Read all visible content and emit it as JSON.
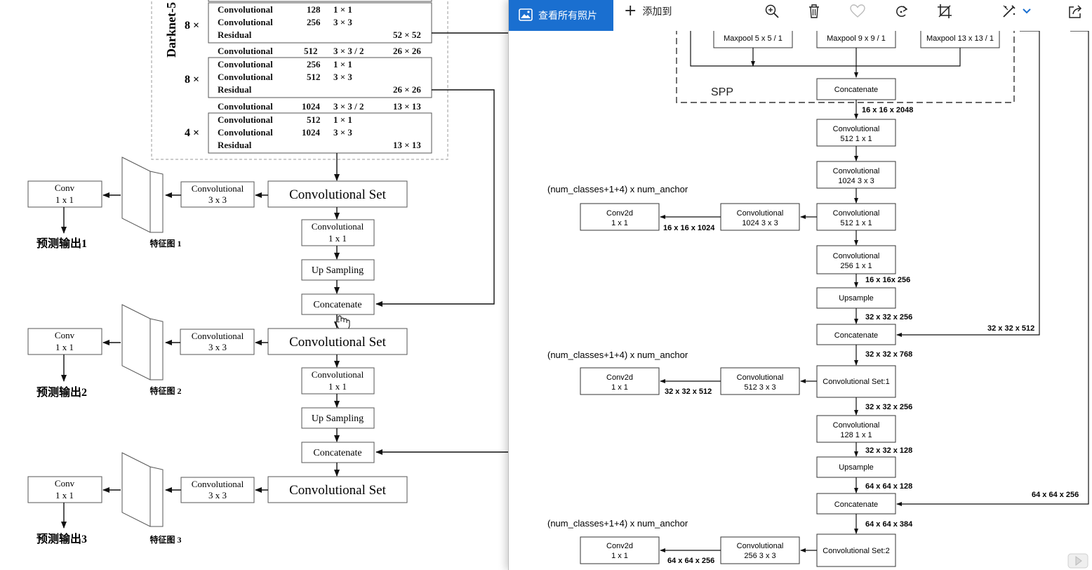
{
  "left_panel": {
    "backbone_label": "Darknet-5",
    "repeat_8a": "8 ×",
    "repeat_8b": "8 ×",
    "repeat_4": "4 ×",
    "rows": [
      {
        "name": "Convolutional",
        "filters": "128",
        "size": "1 × 1",
        "out": ""
      },
      {
        "name": "Convolutional",
        "filters": "256",
        "size": "3 × 3",
        "out": ""
      },
      {
        "name": "Residual",
        "filters": "",
        "size": "",
        "out": "52 × 52"
      },
      {
        "name": "Convolutional",
        "filters": "512",
        "size": "3 × 3 / 2",
        "out": "26 × 26"
      },
      {
        "name": "Convolutional",
        "filters": "256",
        "size": "1 × 1",
        "out": ""
      },
      {
        "name": "Convolutional",
        "filters": "512",
        "size": "3 × 3",
        "out": ""
      },
      {
        "name": "Residual",
        "filters": "",
        "size": "",
        "out": "26 × 26"
      },
      {
        "name": "Convolutional",
        "filters": "1024",
        "size": "3 × 3 / 2",
        "out": "13 × 13"
      },
      {
        "name": "Convolutional",
        "filters": "512",
        "size": "1 × 1",
        "out": ""
      },
      {
        "name": "Convolutional",
        "filters": "1024",
        "size": "3 × 3",
        "out": ""
      },
      {
        "name": "Residual",
        "filters": "",
        "size": "",
        "out": "13 × 13"
      }
    ],
    "conv_set": "Convolutional  Set",
    "conv_1x1_a": "Convolutional",
    "conv_1x1_b": "1 x 1",
    "conv_3x3_a": "Convolutional",
    "conv_3x3_b": "3 x 3",
    "conv_small_a": "Conv",
    "conv_small_b": "1 x 1",
    "up_sampling": "Up Sampling",
    "concatenate": "Concatenate",
    "feature_1": "特征图 1",
    "feature_2": "特征图 2",
    "feature_3": "特征图 3",
    "output_1": "预测输出1",
    "output_2": "预测输出2",
    "output_3": "预测输出3"
  },
  "toolbar": {
    "view_all_photos": "查看所有照片",
    "add_to": "添加到"
  },
  "right_panel": {
    "maxpool_1": "Maxpool  5 x 5 / 1",
    "maxpool_2": "Maxpool  9 x 9 / 1",
    "maxpool_3": "Maxpool  13 x 13 / 1",
    "spp": "SPP",
    "concatenate": "Concatenate",
    "conv": "Convolutional",
    "conv_512_1x1": "512   1 x 1",
    "conv_1024_3x3": "1024   3 x 3",
    "conv_256_1x1": "256   1 x 1",
    "conv_512_3x3": "512   3 x 3",
    "conv_128_1x1": "128   1 x 1",
    "conv_256_3x3": "256   3 x 3",
    "upsample": "Upsample",
    "conv2d": "Conv2d",
    "conv2d_size": "1 x 1",
    "conv_set_1": "Convolutional Set:1",
    "conv_set_2": "Convolutional Set:2",
    "anchor_label": "(num_classes+1+4) x num_anchor",
    "dim_16_2048": "16 x 16 x 2048",
    "dim_16_1024": "16 x 16 x 1024",
    "dim_16_256": "16 x 16x 256",
    "dim_32_256": "32 x 32 x 256",
    "dim_32_512": "32 x 32 x 512",
    "dim_32_768": "32 x 32 x 768",
    "dim_32_128": "32 x 32 x 128",
    "dim_64_128": "64 x 64 x 128",
    "dim_64_256": "64 x 64 x 256",
    "dim_64_384": "64 x 64 x 384"
  }
}
